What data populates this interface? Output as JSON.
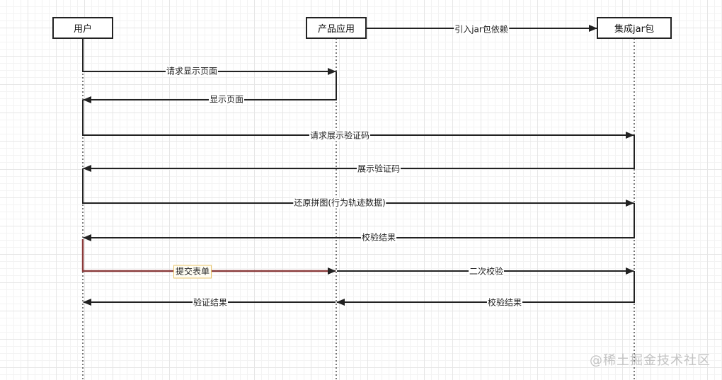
{
  "actors": {
    "user": "用户",
    "app": "产品应用",
    "jar": "集成jar包"
  },
  "messages": {
    "m0": "引入jar包依赖",
    "m1": "请求显示页面",
    "m2": "显示页面",
    "m3": "请求展示验证码",
    "m4": "展示验证码",
    "m5": "还原拼图(行为轨迹数据)",
    "m6": "校验结果",
    "m7": "提交表单",
    "m8": "二次校验",
    "m9": "验证结果",
    "m10": "校验结果"
  },
  "watermark": "@稀土掘金技术社区",
  "colors": {
    "line": "#222222",
    "highlight_line": "#8a3a3a",
    "label_highlight_border": "#e9c46a"
  }
}
